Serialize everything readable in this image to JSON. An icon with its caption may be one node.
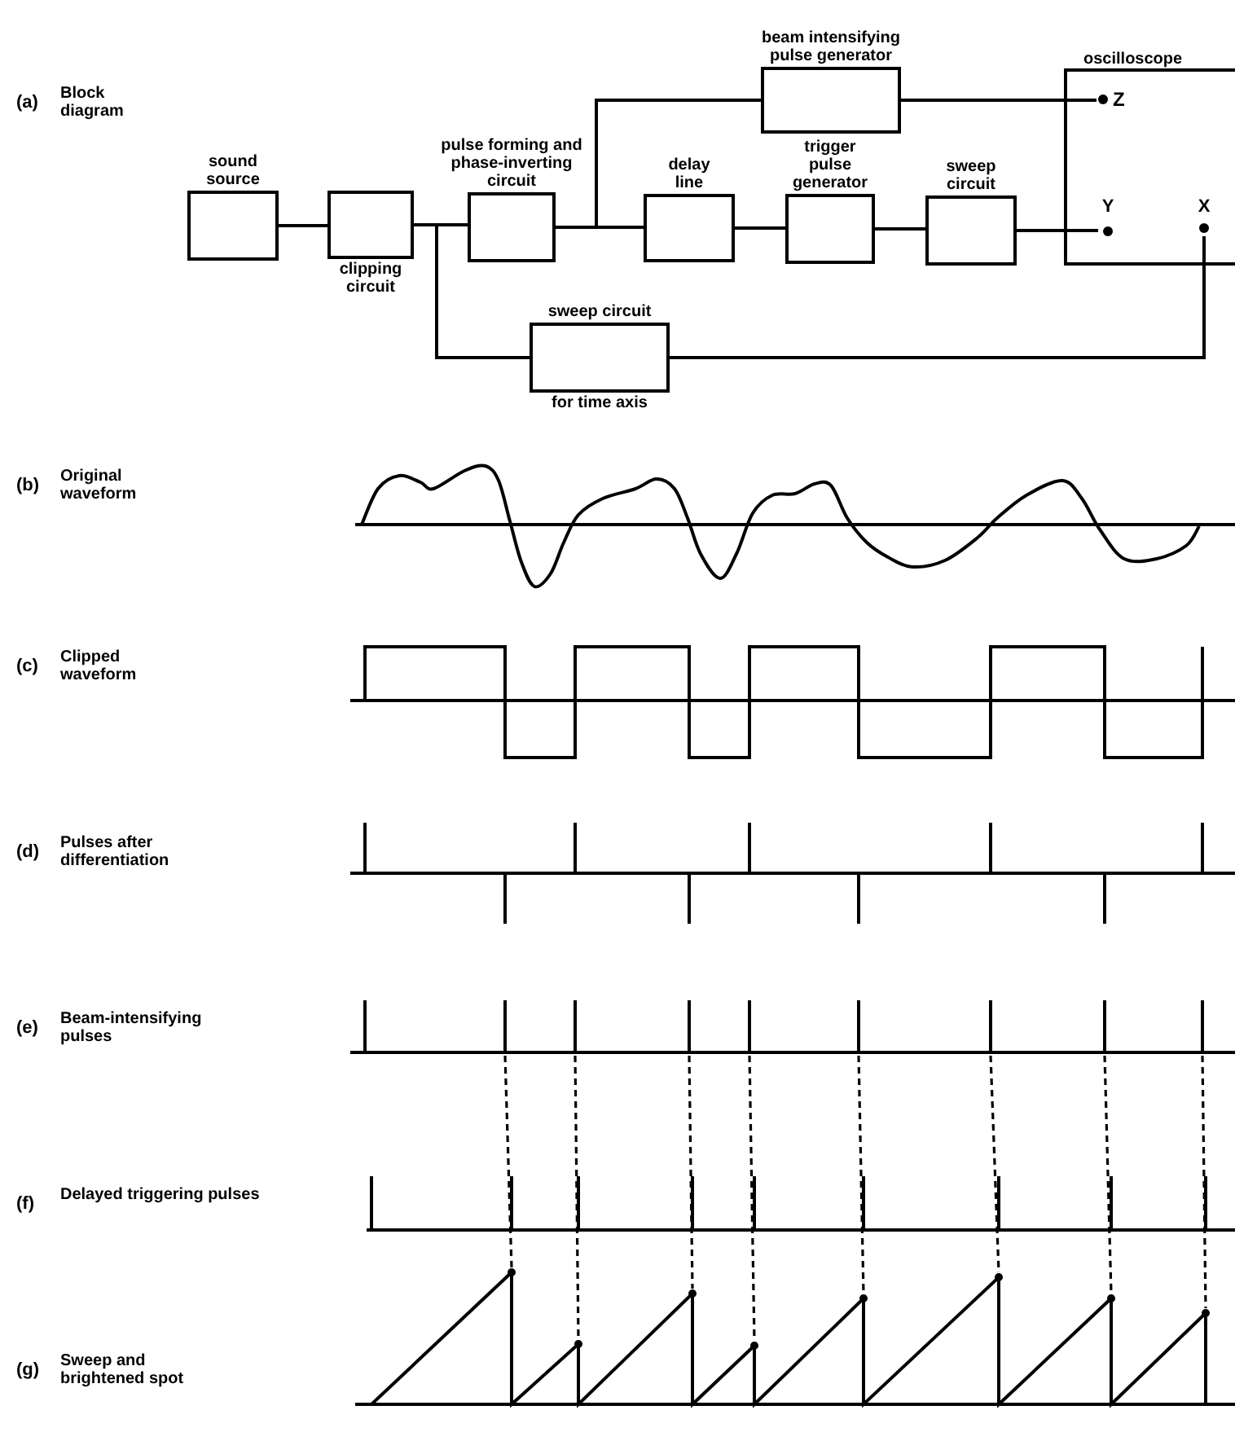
{
  "diagram": {
    "nodes": [
      {
        "text": [
          "sound source"
        ]
      },
      {
        "text": [
          "clipping circuit"
        ]
      },
      {
        "text": [
          "pulse forming and phase-inverting circuit"
        ]
      },
      {
        "text": [
          "delay line"
        ]
      },
      {
        "text": [
          "trigger pulse generator"
        ]
      },
      {
        "text": [
          "sweep circuit"
        ]
      },
      {
        "text": [
          "beam intensifying pulse generator"
        ]
      },
      {
        "text": [
          "sweep circuit",
          "for time axis"
        ]
      },
      {
        "text": [
          "oscilloscope"
        ]
      },
      {
        "text": [
          "Z"
        ],
        "in": 8
      },
      {
        "text": [
          "Y"
        ],
        "in": 8
      },
      {
        "text": [
          "X"
        ],
        "in": 8
      }
    ],
    "edges": [
      {
        "from": 0,
        "to": 1,
        "arrow": "none"
      },
      {
        "from": 1,
        "to": 2,
        "arrow": "none"
      },
      {
        "from": 1,
        "to": 7,
        "arrow": "none"
      },
      {
        "from": 2,
        "to": 3,
        "arrow": "none"
      },
      {
        "from": 2,
        "to": 6,
        "arrow": "none"
      },
      {
        "from": 3,
        "to": 4,
        "arrow": "none"
      },
      {
        "from": 4,
        "to": 5,
        "arrow": "none"
      },
      {
        "from": 5,
        "to": 10,
        "arrow": "none"
      },
      {
        "from": 6,
        "to": 9,
        "arrow": "none"
      },
      {
        "from": 7,
        "to": 11,
        "arrow": "none"
      }
    ],
    "labels": [
      "(a)",
      "Block diagram",
      "(b)",
      "Original waveform",
      "(c)",
      "Clipped waveform",
      "(d)",
      "Pulses after differentiation",
      "(e)",
      "Beam-intensifying pulses",
      "(f)",
      "Delayed triggering pulses",
      "(g)",
      "Sweep and brightened spot"
    ]
  }
}
